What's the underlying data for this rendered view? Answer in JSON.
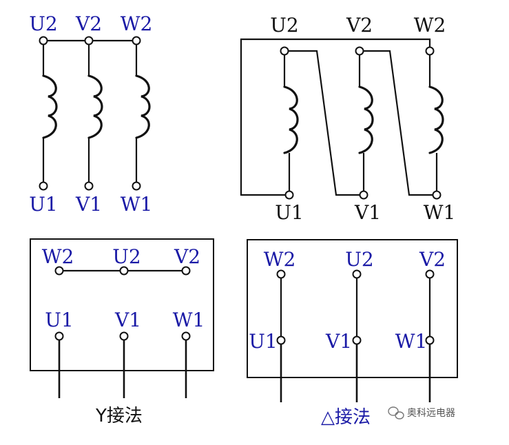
{
  "star": {
    "top_labels": [
      "U2",
      "V2",
      "W2"
    ],
    "bottom_labels": [
      "U1",
      "V1",
      "W1"
    ]
  },
  "delta": {
    "top_labels": [
      "U2",
      "V2",
      "W2"
    ],
    "bottom_labels": [
      "U1",
      "V1",
      "W1"
    ]
  },
  "star_box": {
    "top_labels": [
      "W2",
      "U2",
      "V2"
    ],
    "bottom_labels": [
      "U1",
      "V1",
      "W1"
    ],
    "caption": "Y接法"
  },
  "delta_box": {
    "top_labels": [
      "W2",
      "U2",
      "V2"
    ],
    "bottom_labels": [
      "U1",
      "V1",
      "W1"
    ],
    "caption": "△接法"
  },
  "watermark": {
    "text": "奥科远电器",
    "icon": "wechat-icon"
  },
  "colors": {
    "label": "#1a1aa6",
    "caption_delta": "#1a1aa6",
    "caption_star": "#111111",
    "line": "#111111"
  }
}
